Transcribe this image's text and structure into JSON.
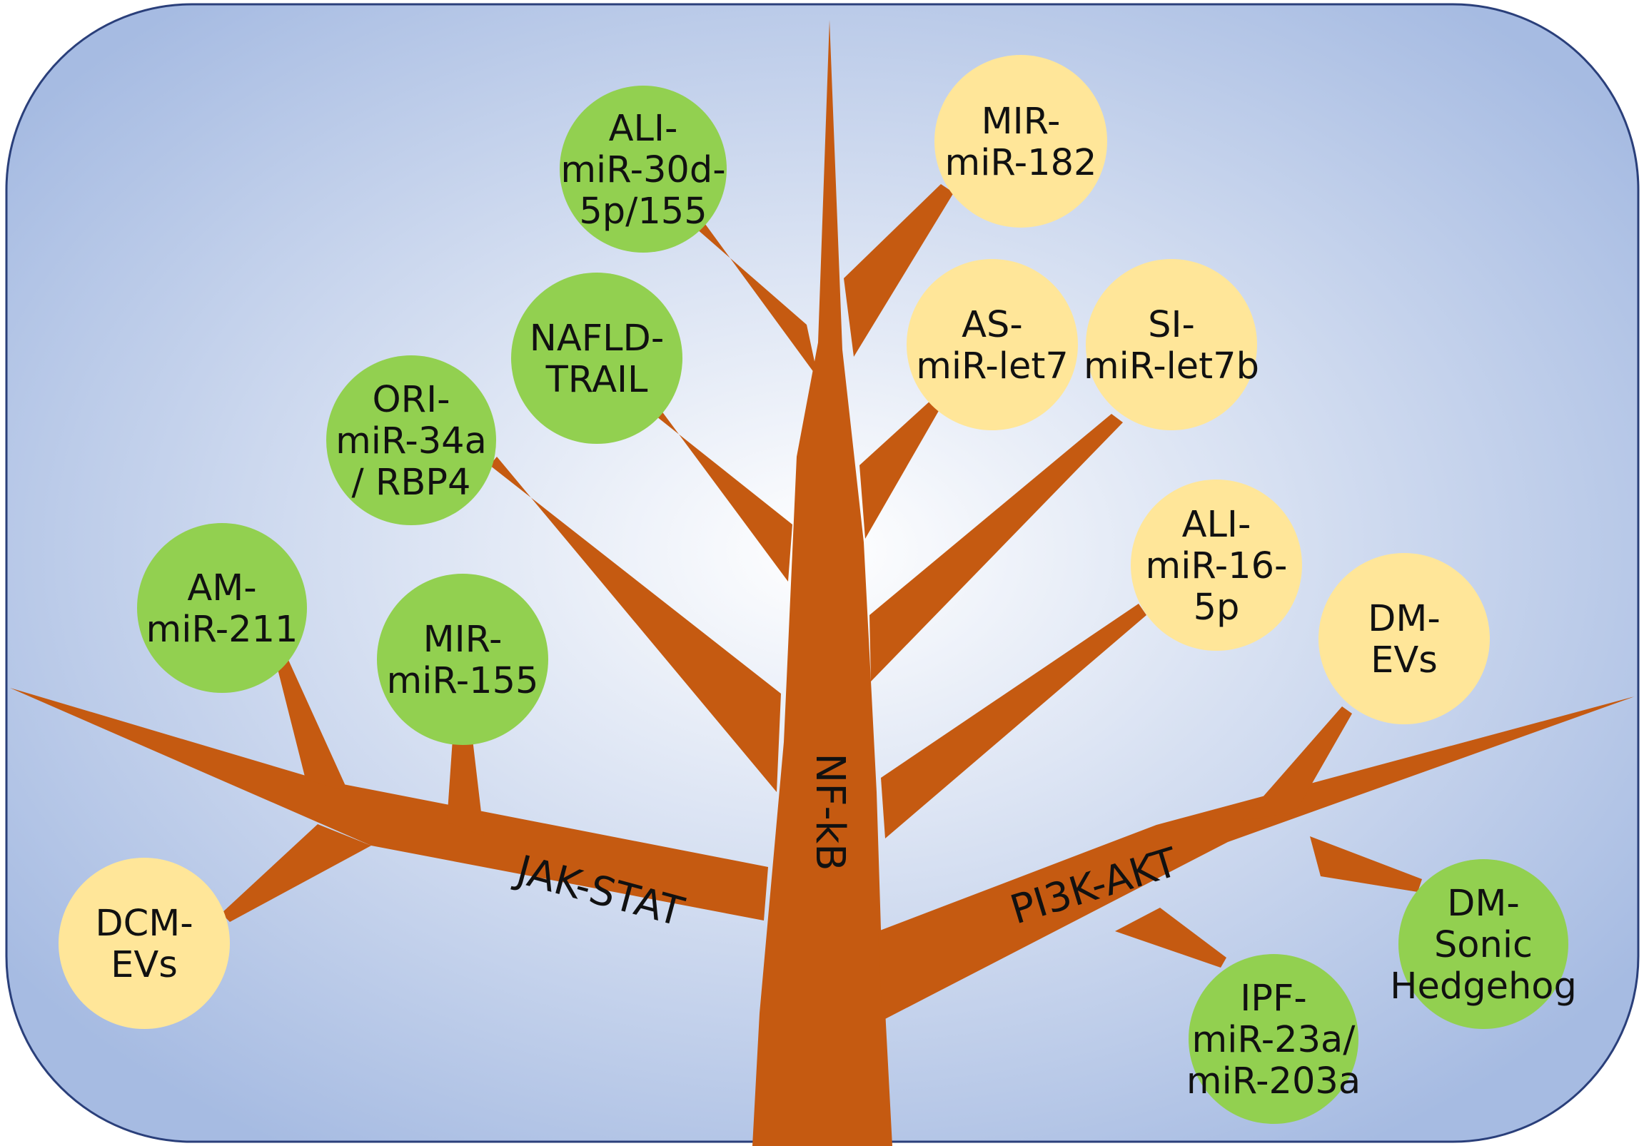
{
  "colors": {
    "panel_center": "#ffffff",
    "panel_edge": "#a6bbe2",
    "panel_border": "#2a3f7a",
    "trunk": "#c55a11",
    "green_node": "#92d050",
    "yellow_node": "#ffe699"
  },
  "pathways": {
    "jak_stat": "JAK-STAT",
    "nf_kb": "NF-kB",
    "pi3k_akt": "PI3K-AKT"
  },
  "nodes": {
    "ali_mir30d": [
      "ALI-",
      "miR-30d-",
      "5p/155"
    ],
    "mir_mir182": [
      "MIR-",
      "miR-182"
    ],
    "nafld_trail": [
      "NAFLD-",
      "TRAIL"
    ],
    "as_mirlet7": [
      "AS-",
      "miR-let7"
    ],
    "si_mirlet7b": [
      "SI-",
      "miR-let7b"
    ],
    "ori_mir34a": [
      "ORI-",
      "miR-34a",
      "/ RBP4"
    ],
    "ali_mir16": [
      "ALI-",
      "miR-16-",
      "5p"
    ],
    "am_mir211": [
      "AM-",
      "miR-211"
    ],
    "mir_mir155": [
      "MIR-",
      "miR-155"
    ],
    "dm_evs": [
      "DM-",
      "EVs"
    ],
    "dcm_evs": [
      "DCM-",
      "EVs"
    ],
    "dm_sonic": [
      "DM-",
      "Sonic",
      "Hedgehog"
    ],
    "ipf_mir23a": [
      "IPF-",
      "miR-23a/",
      "miR-203a"
    ]
  }
}
